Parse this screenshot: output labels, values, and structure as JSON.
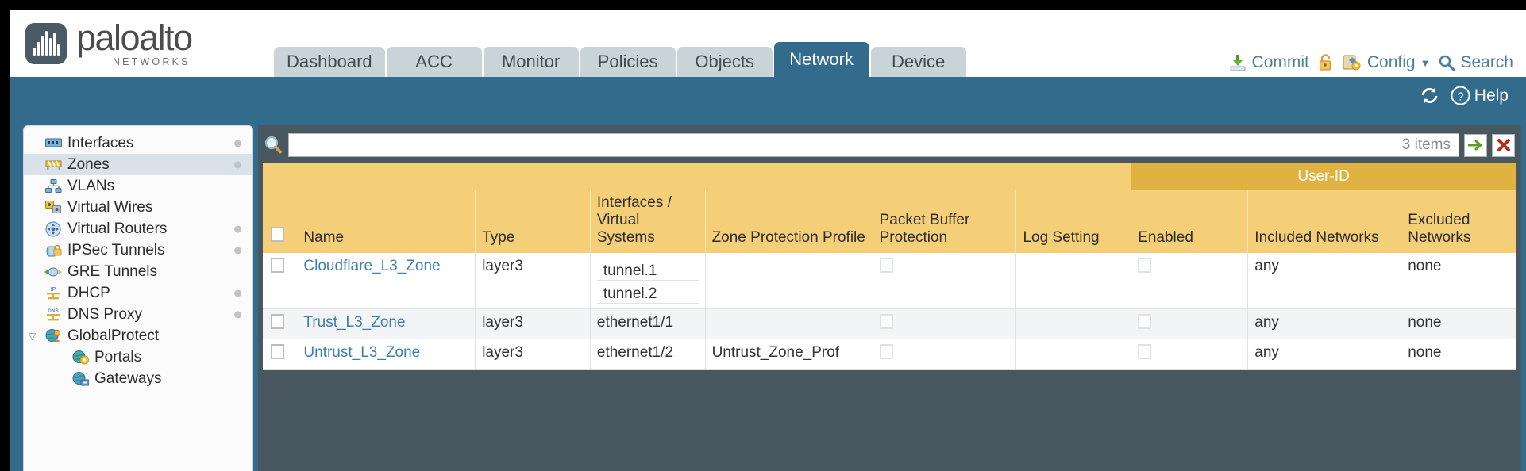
{
  "brand": {
    "name": "paloalto",
    "tagline": "NETWORKS",
    "registered": "®",
    "logo_icon": "paloalto-bars-logo"
  },
  "nav": {
    "tabs": [
      {
        "label": "Dashboard",
        "active": false
      },
      {
        "label": "ACC",
        "active": false
      },
      {
        "label": "Monitor",
        "active": false
      },
      {
        "label": "Policies",
        "active": false
      },
      {
        "label": "Objects",
        "active": false
      },
      {
        "label": "Network",
        "active": true
      },
      {
        "label": "Device",
        "active": false
      }
    ]
  },
  "top_actions": {
    "commit": "Commit",
    "lock": "",
    "config": "Config",
    "config_caret": "▼",
    "search": "Search"
  },
  "blue_band": {
    "help": "Help",
    "refresh_icon": "refresh-icon",
    "help_icon": "help-circle-icon"
  },
  "sidebar": {
    "items": [
      {
        "label": "Interfaces",
        "icon": "interfaces-icon",
        "selected": false,
        "child": false,
        "caret": "",
        "dot": true
      },
      {
        "label": "Zones",
        "icon": "zones-icon",
        "selected": true,
        "child": false,
        "caret": "",
        "dot": true
      },
      {
        "label": "VLANs",
        "icon": "vlans-icon",
        "selected": false,
        "child": false,
        "caret": "",
        "dot": false
      },
      {
        "label": "Virtual Wires",
        "icon": "virtual-wires-icon",
        "selected": false,
        "child": false,
        "caret": "",
        "dot": false
      },
      {
        "label": "Virtual Routers",
        "icon": "virtual-routers-icon",
        "selected": false,
        "child": false,
        "caret": "",
        "dot": true
      },
      {
        "label": "IPSec Tunnels",
        "icon": "ipsec-tunnels-icon",
        "selected": false,
        "child": false,
        "caret": "",
        "dot": true
      },
      {
        "label": "GRE Tunnels",
        "icon": "gre-tunnels-icon",
        "selected": false,
        "child": false,
        "caret": "",
        "dot": false
      },
      {
        "label": "DHCP",
        "icon": "dhcp-icon",
        "selected": false,
        "child": false,
        "caret": "",
        "dot": true
      },
      {
        "label": "DNS Proxy",
        "icon": "dns-proxy-icon",
        "selected": false,
        "child": false,
        "caret": "",
        "dot": true
      },
      {
        "label": "GlobalProtect",
        "icon": "globalprotect-icon",
        "selected": false,
        "child": false,
        "caret": "▽",
        "dot": false
      },
      {
        "label": "Portals",
        "icon": "portals-icon",
        "selected": false,
        "child": true,
        "caret": "",
        "dot": false
      },
      {
        "label": "Gateways",
        "icon": "gateways-icon",
        "selected": false,
        "child": true,
        "caret": "",
        "dot": false
      }
    ]
  },
  "search": {
    "value": "",
    "placeholder": "",
    "item_count": "3 items",
    "apply_icon": "green-arrow-apply",
    "clear_icon": "red-x-clear",
    "search_icon": "search-magnifier-icon"
  },
  "table": {
    "group_header": "User-ID",
    "columns": [
      "Name",
      "Type",
      "Interfaces / Virtual Systems",
      "Zone Protection Profile",
      "Packet Buffer Protection",
      "Log Setting",
      "Enabled",
      "Included Networks",
      "Excluded Networks"
    ],
    "rows": [
      {
        "name": "Cloudflare_L3_Zone",
        "type": "layer3",
        "interfaces": [
          "tunnel.1",
          "tunnel.2"
        ],
        "zone_protection_profile": "",
        "packet_buffer_protection": false,
        "log_setting": "",
        "userid_enabled": false,
        "included_networks": "any",
        "excluded_networks": "none",
        "selected": false,
        "alt": false
      },
      {
        "name": "Trust_L3_Zone",
        "type": "layer3",
        "interfaces": [
          "ethernet1/1"
        ],
        "zone_protection_profile": "",
        "packet_buffer_protection": false,
        "log_setting": "",
        "userid_enabled": false,
        "included_networks": "any",
        "excluded_networks": "none",
        "selected": false,
        "alt": true
      },
      {
        "name": "Untrust_L3_Zone",
        "type": "layer3",
        "interfaces": [
          "ethernet1/2"
        ],
        "zone_protection_profile": "Untrust_Zone_Prof",
        "packet_buffer_protection": false,
        "log_setting": "",
        "userid_enabled": false,
        "included_networks": "any",
        "excluded_networks": "none",
        "selected": false,
        "alt": false
      }
    ]
  },
  "colors": {
    "brand_blue": "#336b8c",
    "header_amber": "#f5cf78",
    "group_amber": "#e0b241",
    "link_blue": "#3c7fb1",
    "panel_dark": "#495760"
  }
}
